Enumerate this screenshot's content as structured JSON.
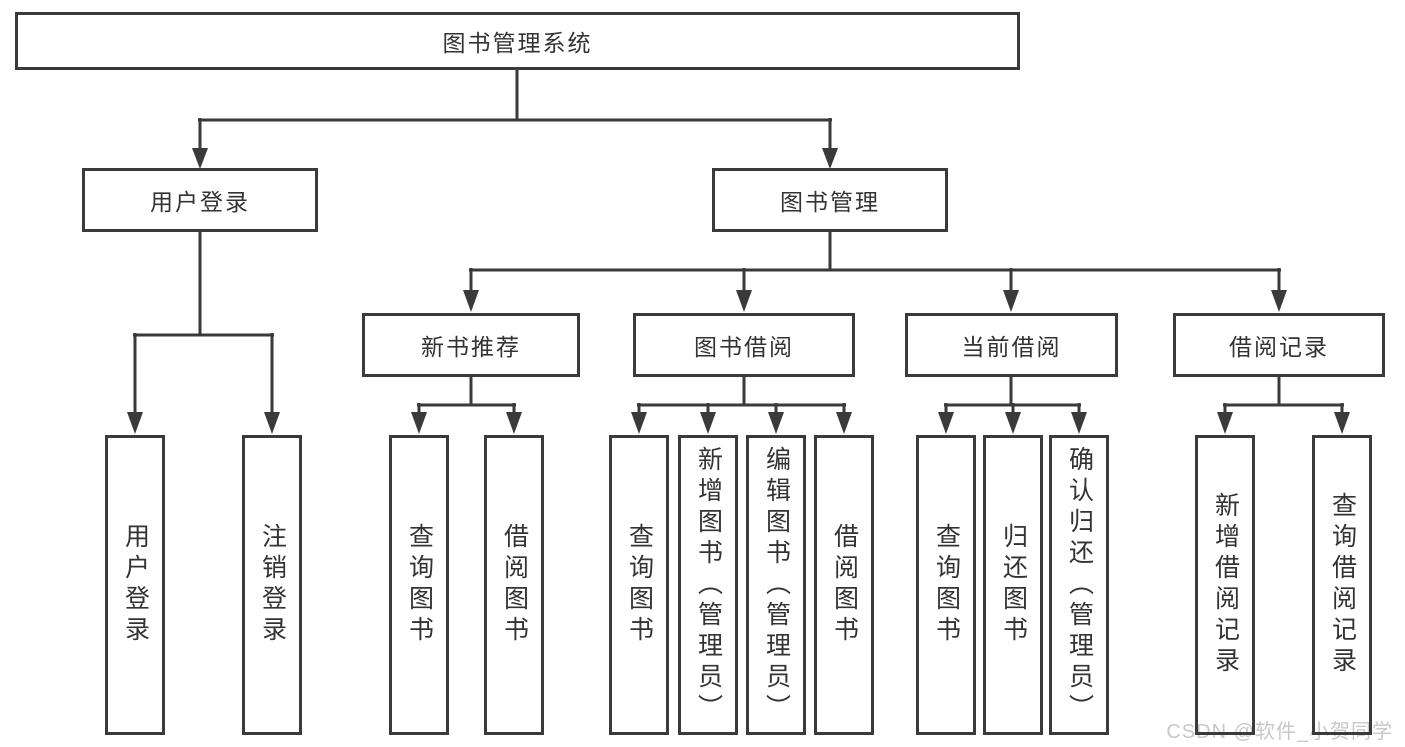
{
  "diagram": {
    "root": "图书管理系统",
    "level2": {
      "userLogin": "用户登录",
      "bookManagement": "图书管理"
    },
    "level3": {
      "newBookRec": "新书推荐",
      "bookBorrow": "图书借阅",
      "currentBorrow": "当前借阅",
      "borrowRecord": "借阅记录"
    },
    "leaves": {
      "userLogin": [
        "用户登录",
        "注销登录"
      ],
      "newBookRec": [
        "查询图书",
        "借阅图书"
      ],
      "bookBorrow": [
        "查询图书",
        "新增图书（管理员）",
        "编辑图书（管理员）",
        "借阅图书"
      ],
      "currentBorrow": [
        "查询图书",
        "归还图书",
        "确认归还（管理员）"
      ],
      "borrowRecord": [
        "新增借阅记录",
        "查询借阅记录"
      ]
    },
    "colors": {
      "line": "#3a3a3a",
      "text": "#333333",
      "box_fill": "#ffffff"
    }
  },
  "watermark": {
    "text": "CSDN @软件_小贺同学",
    "color": "#c8c8c8"
  }
}
